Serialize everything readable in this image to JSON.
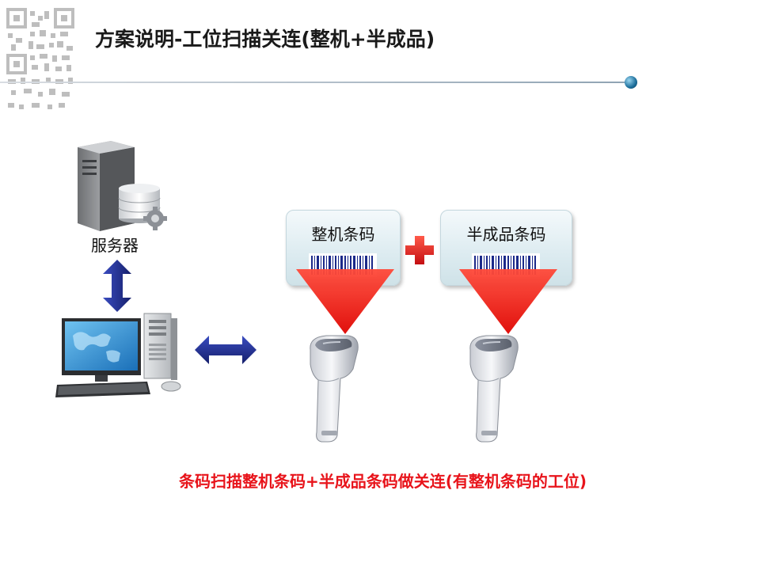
{
  "slide": {
    "title": "方案说明-工位扫描关连(整机+半成品)",
    "caption": "条码扫描整机条码+半成品条码做关连(有整机条码的工位)"
  },
  "nodes": {
    "server_label": "服务器",
    "barcode_box_1": "整机条码",
    "barcode_box_2": "半成品条码"
  },
  "colors": {
    "title_text": "#1a1a1a",
    "caption_text": "#e8141b",
    "arrow_blue": "#1f2d8a",
    "plus_red": "#e8141b",
    "beam_red": "#ff2a1a"
  }
}
